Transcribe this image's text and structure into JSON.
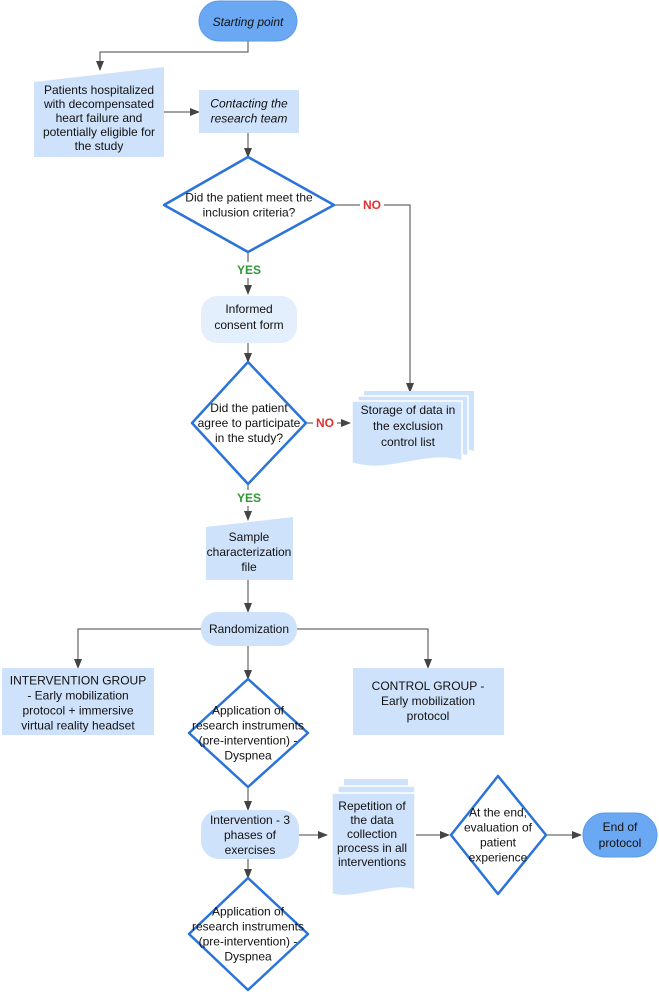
{
  "colors": {
    "terminal_fill": "#6aa8f3",
    "box_fill": "#cfe2fb",
    "light_fill": "#e4effd",
    "decision_stroke": "#2a73d9",
    "edge": "#444444",
    "yes": "#2e9a36",
    "no": "#e53030"
  },
  "nodes": {
    "start": {
      "lines": [
        "Starting point"
      ]
    },
    "patients": {
      "lines": [
        "Patients hospitalized",
        "with decompensated",
        "heart failure and",
        "potentially eligible for",
        "the study"
      ]
    },
    "contact": {
      "lines": [
        "Contacting the",
        "research team"
      ]
    },
    "d_inclusion": {
      "lines": [
        "Did the patient meet the",
        "inclusion criteria?"
      ]
    },
    "consent": {
      "lines": [
        "Informed",
        "consent form"
      ]
    },
    "d_agree": {
      "lines": [
        "Did the patient",
        "agree to participate",
        "in the study?"
      ]
    },
    "storage": {
      "lines": [
        "Storage of data in",
        "the exclusion",
        "control list"
      ]
    },
    "sample": {
      "lines": [
        "Sample",
        "characterization",
        "file"
      ]
    },
    "random": {
      "lines": [
        "Randomization"
      ]
    },
    "intervention_group": {
      "lines": [
        "INTERVENTION GROUP",
        "- Early mobilization",
        "protocol + immersive",
        "virtual reality headset"
      ]
    },
    "d_app1": {
      "lines": [
        "Application of",
        "research instruments",
        "(pre-intervention) -",
        "Dyspnea"
      ]
    },
    "control_group": {
      "lines": [
        "CONTROL GROUP -",
        "Early mobilization",
        "protocol"
      ]
    },
    "intervention": {
      "lines": [
        "Intervention - 3",
        "phases of",
        "exercises"
      ]
    },
    "repetition": {
      "lines": [
        "Repetition of",
        "the data",
        "collection",
        "process in all",
        "interventions"
      ]
    },
    "d_end_eval": {
      "lines": [
        "At the end,",
        "evaluation of",
        "patient",
        "experience"
      ]
    },
    "end": {
      "lines": [
        "End of",
        "protocol"
      ]
    },
    "d_app2": {
      "lines": [
        "Application of",
        "research instruments",
        "(pre-intervention) -",
        "Dyspnea"
      ]
    }
  },
  "edge_labels": {
    "no1": "NO",
    "yes1": "YES",
    "no2": "NO",
    "yes2": "YES"
  }
}
